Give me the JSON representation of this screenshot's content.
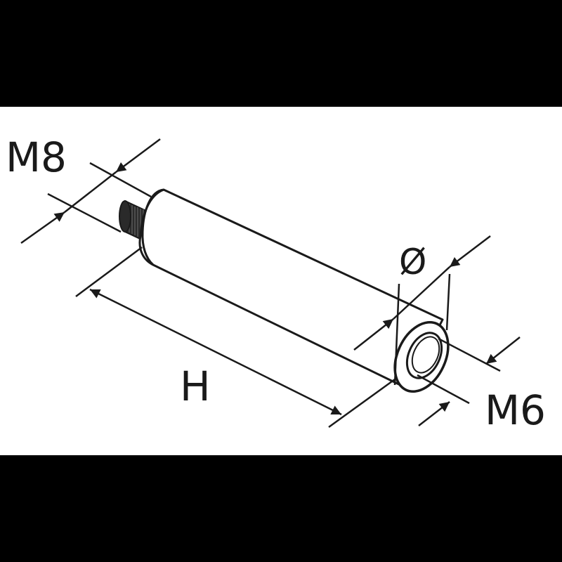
{
  "diagram": {
    "labels": {
      "thread_outer": "M8",
      "length": "H",
      "diameter": "Ø",
      "thread_inner": "M6"
    },
    "colors": {
      "ink": "#1a1a1a",
      "paper": "#ffffff",
      "border": "#000000"
    }
  }
}
